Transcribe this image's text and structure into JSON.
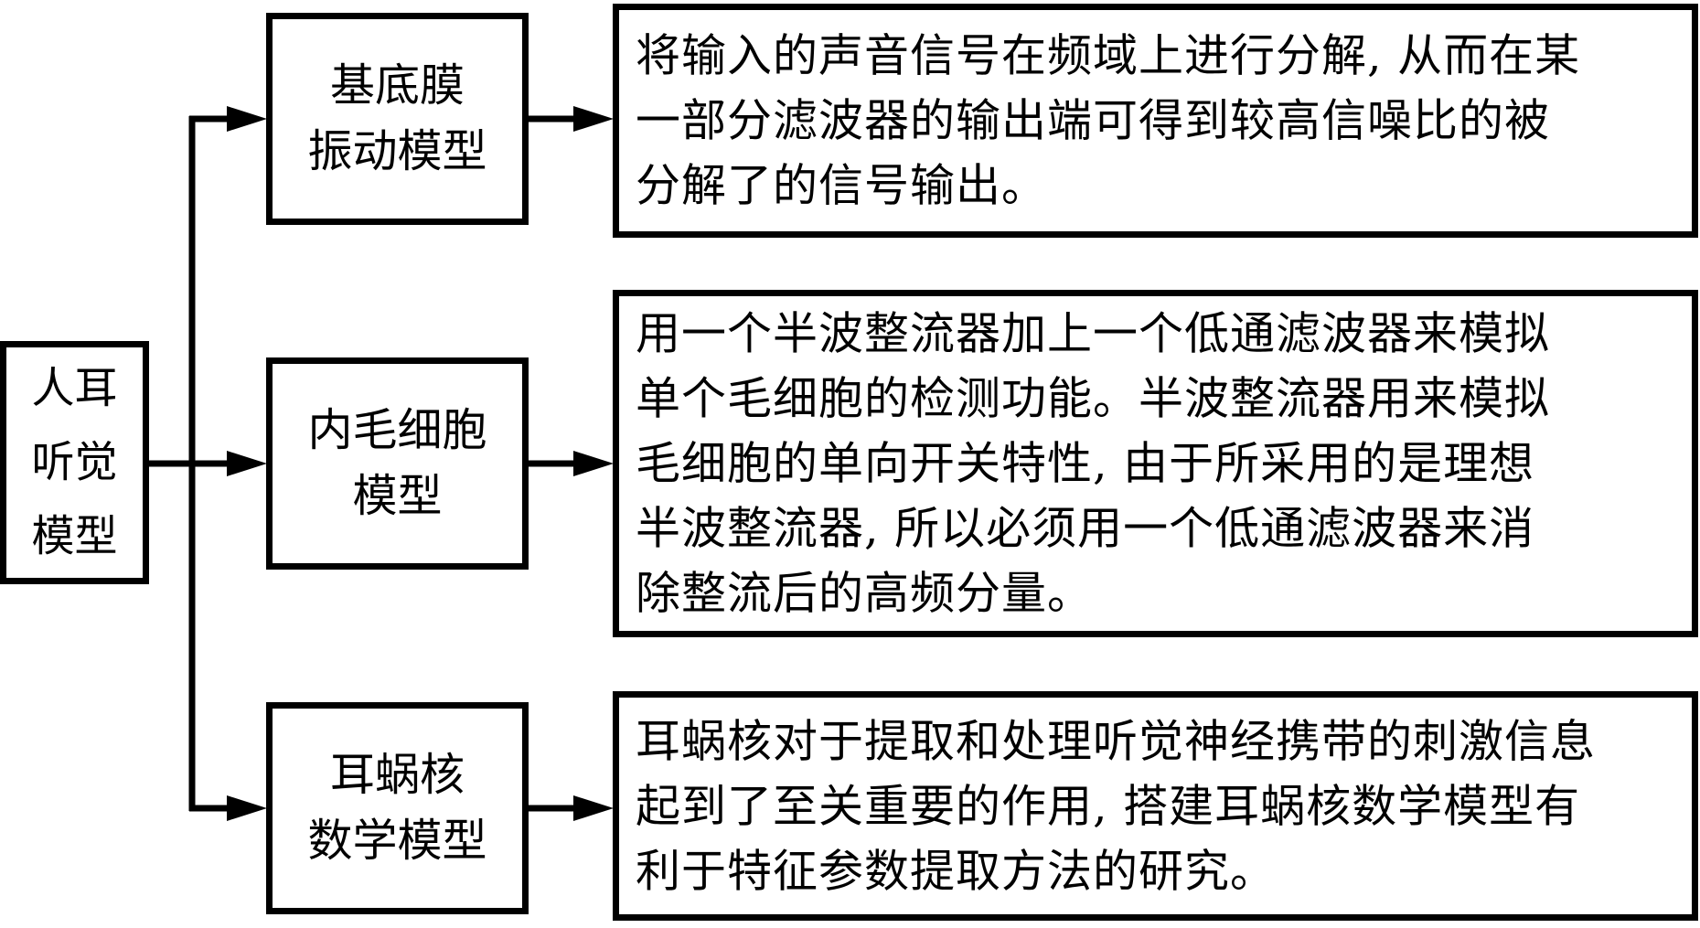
{
  "diagram": {
    "root": {
      "lines": [
        "人耳",
        "听觉",
        "模型"
      ]
    },
    "branches": [
      {
        "model": {
          "lines": [
            "基底膜",
            "振动模型"
          ]
        },
        "description": {
          "lines": [
            "将输入的声音信号在频域上进行分解, 从而在某",
            "一部分滤波器的输出端可得到较高信噪比的被",
            "分解了的信号输出。"
          ]
        }
      },
      {
        "model": {
          "lines": [
            "内毛细胞",
            "模型"
          ]
        },
        "description": {
          "lines": [
            "用一个半波整流器加上一个低通滤波器来模拟",
            "单个毛细胞的检测功能。半波整流器用来模拟",
            "毛细胞的单向开关特性, 由于所采用的是理想",
            "半波整流器, 所以必须用一个低通滤波器来消",
            "除整流后的高频分量。"
          ]
        }
      },
      {
        "model": {
          "lines": [
            "耳蜗核",
            "数学模型"
          ]
        },
        "description": {
          "lines": [
            "耳蜗核对于提取和处理听觉神经携带的刺激信息",
            "起到了至关重要的作用, 搭建耳蜗核数学模型有",
            "利于特征参数提取方法的研究。"
          ]
        }
      }
    ],
    "colors": {
      "stroke": "#000000",
      "background": "#ffffff"
    }
  }
}
